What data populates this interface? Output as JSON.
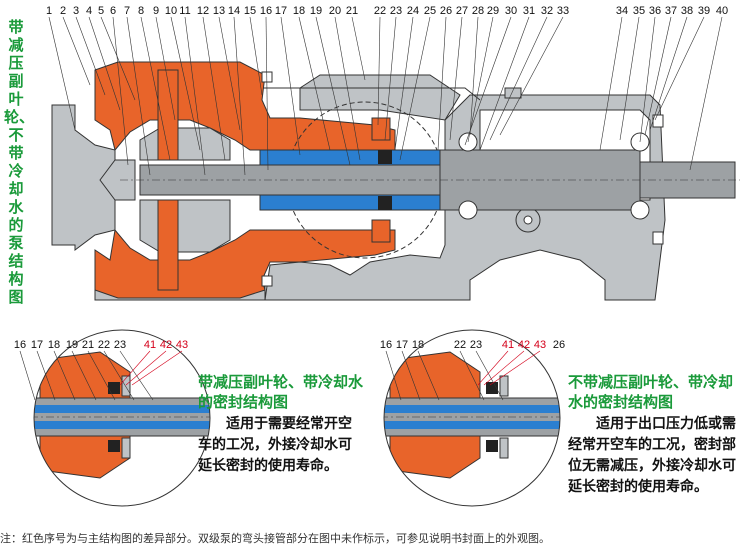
{
  "main_title": "带减压副叶轮、不带冷却水的泵结构图",
  "top_numbers": [
    "1",
    "2",
    "3",
    "4",
    "5",
    "6",
    "7",
    "8",
    "9",
    "10",
    "11",
    "12",
    "13",
    "14",
    "15",
    "16",
    "17",
    "18",
    "19",
    "20",
    "21",
    "22",
    "23",
    "24",
    "25",
    "26",
    "27",
    "28",
    "29",
    "30",
    "31",
    "32",
    "33",
    "34",
    "35",
    "36",
    "37",
    "38",
    "39",
    "40"
  ],
  "detail_left": {
    "numbers": [
      "16",
      "17",
      "18",
      "19",
      "21",
      "22",
      "23"
    ],
    "red_numbers": [
      "41",
      "42",
      "43"
    ],
    "title": "带减压副叶轮、带冷却水的密封结构图",
    "text": "适用于需要经常开空车的工况，外接冷却水可延长密封的使用寿命。"
  },
  "detail_right": {
    "numbers": [
      "16",
      "17",
      "18",
      "22",
      "23"
    ],
    "red_numbers": [
      "41",
      "42",
      "43"
    ],
    "extra_number": "26",
    "title": "不带减压副叶轮、带冷却水的密封结构图",
    "text": "适用于出口压力低或需经常开空车的工况，密封部位无需减压，外接冷却水可延长密封的使用寿命。"
  },
  "note": "注：红色序号为与主结构图的差异部分。双级泵的弯头接管部分在图中未作标示，可参见说明书封面上的外观图。",
  "colors": {
    "casing": "#e8642a",
    "body": "#bfc3c6",
    "shaft": "#9da1a4",
    "seal_blue": "#2b7fd0",
    "accent_green": "#1a9a3a",
    "red_label": "#d4001a"
  }
}
